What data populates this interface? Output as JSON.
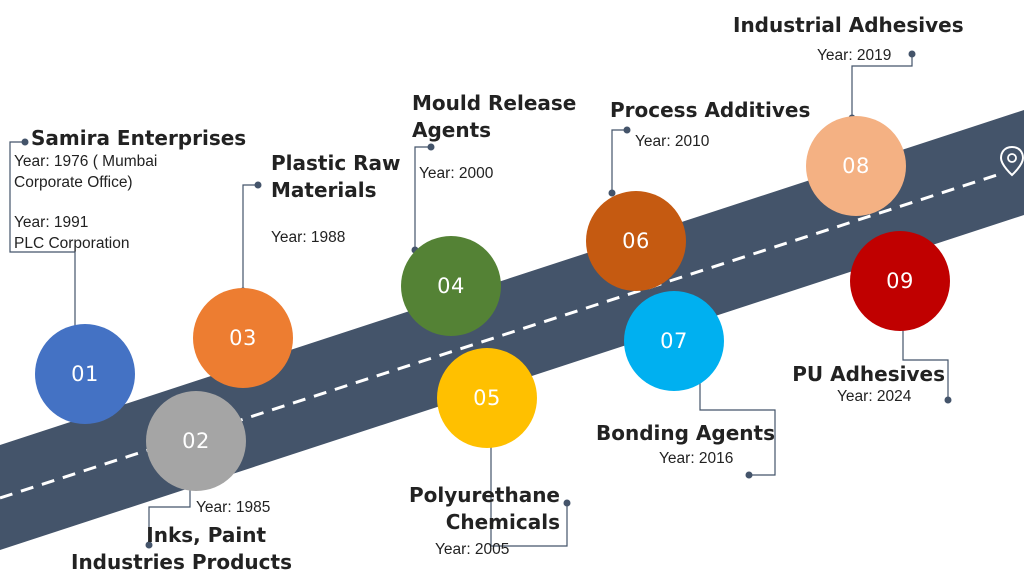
{
  "milestones": [
    {
      "number": "01",
      "title": "Samira Enterprises",
      "lines": [
        "Year: 1976 ( Mumbai",
        "Corporate Office)",
        "Year: 1991",
        "PLC Corporation"
      ],
      "color": "#4472C4"
    },
    {
      "number": "02",
      "title_lines": [
        "Inks, Paint",
        "Industries Products"
      ],
      "year": "Year: 1985",
      "color": "#A5A5A5"
    },
    {
      "number": "03",
      "title_lines": [
        "Plastic Raw",
        "Materials"
      ],
      "year": "Year: 1988",
      "color": "#ED7D31"
    },
    {
      "number": "04",
      "title_lines": [
        "Mould Release",
        "Agents"
      ],
      "year": "Year: 2000",
      "color": "#548235"
    },
    {
      "number": "05",
      "title_lines": [
        "Polyurethane",
        "Chemicals"
      ],
      "year": "Year: 2005",
      "color": "#FFC000"
    },
    {
      "number": "06",
      "title": "Process Additives",
      "year": "Year: 2010",
      "color": "#C55A11"
    },
    {
      "number": "07",
      "title": "Bonding Agents",
      "year": "Year: 2016",
      "color": "#00B0F0"
    },
    {
      "number": "08",
      "title": "Industrial Adhesives",
      "year": "Year: 2019",
      "color": "#F4B183"
    },
    {
      "number": "09",
      "title": "PU Adhesives",
      "year": "Year: 2024",
      "color": "#C00000"
    }
  ],
  "colors": {
    "road": "#44546A",
    "dash": "#FFFFFF",
    "connector": "#44546A"
  },
  "icons": {
    "destination": "map-pin-icon"
  }
}
